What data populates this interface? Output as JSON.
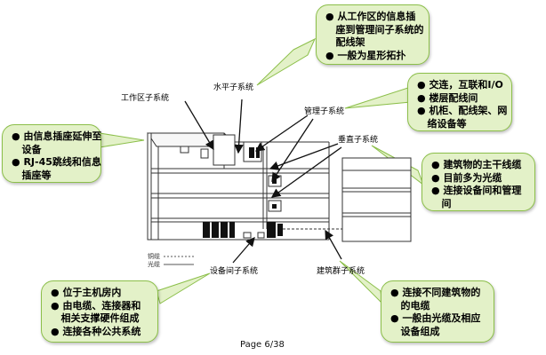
{
  "callouts": {
    "top": [
      "从工作区的信息插",
      "座到管理间子系统的",
      "配线架",
      "一般为星形拓扑"
    ],
    "right_top": [
      "交连，互联和I/O",
      "楼层配线间",
      "机柜、配线架、网",
      "络设备等"
    ],
    "left_mid": [
      "由信息插座延伸至",
      "设备",
      "RJ-45跳线和信息",
      "插座等"
    ],
    "right_mid": [
      "建筑物的主干线缆",
      "目前多为光缆",
      "连接设备间和管理",
      "间"
    ],
    "bottom_left": [
      "位于主机房内",
      "由电缆、连接器和",
      "相关支撑硬件组成",
      "连接各种公共系统"
    ],
    "bottom_right": [
      "连接不同建筑物的",
      "的电缆",
      "一般由光缆及相应",
      "设备组成"
    ]
  },
  "labels": {
    "work_area": "工作区子系统",
    "horizontal": "水平子系统",
    "admin": "管理子系统",
    "vertical": "垂直子系统",
    "equipment_room": "设备间子系统",
    "campus": "建筑群子系统"
  },
  "legend": {
    "copper": "铜缆",
    "fiber": "光缆"
  },
  "footer": {
    "page": "Page 6/38"
  },
  "colors": {
    "callout_fill": "#e3f1c8",
    "callout_border": "#8cbf4a",
    "ink": "#111111"
  }
}
